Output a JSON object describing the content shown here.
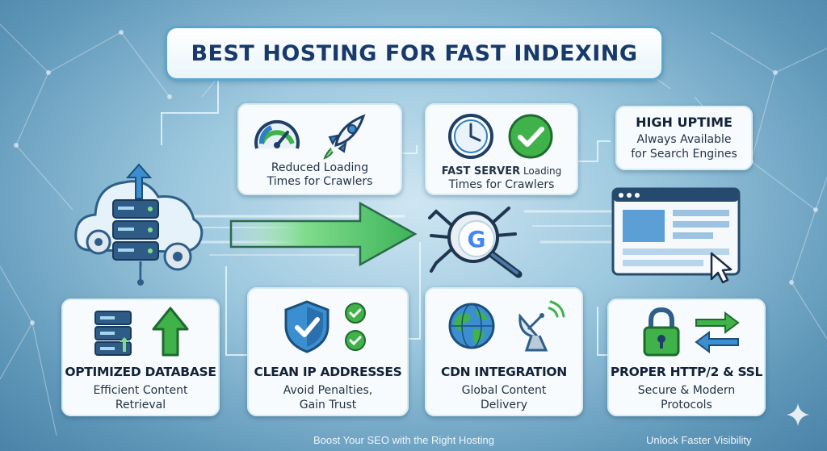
{
  "title": "BEST HOSTING FOR FAST INDEXING",
  "top_cards": {
    "loading": {
      "text": "Reduced Loading Times for Crawlers"
    },
    "server": {
      "bold": "FAST SERVER",
      "rest_line1": " Loading",
      "line2": "Times for Crawlers"
    },
    "uptime": {
      "head": "HIGH UPTIME",
      "line1": "Always Available",
      "line2": "for Search Engines"
    }
  },
  "bottom_cards": [
    {
      "head": "OPTIMIZED DATABASE",
      "line1": "Efficient Content",
      "line2": "Retrieval"
    },
    {
      "head": "CLEAN IP ADDRESSES",
      "line1": "Avoid Penalties,",
      "line2": "Gain Trust"
    },
    {
      "head": "CDN INTEGRATION",
      "line1": "Global Content",
      "line2": "Delivery"
    },
    {
      "head": "PROPER HTTP/2 & SSL",
      "line1": "Secure & Modern",
      "line2": "Protocols"
    }
  ],
  "google_letter": "G",
  "footer": {
    "left": "Boost Your SEO with the Right Hosting",
    "right": "Unlock Faster Visibility"
  },
  "colors": {
    "navy": "#183a6a",
    "green": "#3fb24a",
    "blue": "#2f7fc4",
    "teal": "#2aa58e"
  }
}
